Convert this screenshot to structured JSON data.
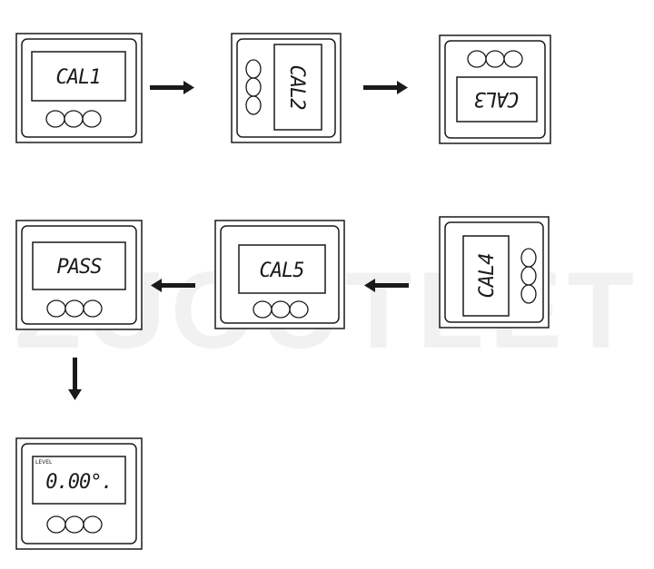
{
  "watermark": "ZUOUTLET",
  "steps": [
    {
      "label": "CAL1"
    },
    {
      "label": "CAL2"
    },
    {
      "label": "CAL3"
    },
    {
      "label": "CAL4"
    },
    {
      "label": "CAL5"
    },
    {
      "label": "PASS"
    },
    {
      "label": "0.00°.",
      "sublabel": "LEVEL"
    }
  ],
  "colors": {
    "ink": "#1a1a1a",
    "watermark": "#f1f1f1"
  }
}
